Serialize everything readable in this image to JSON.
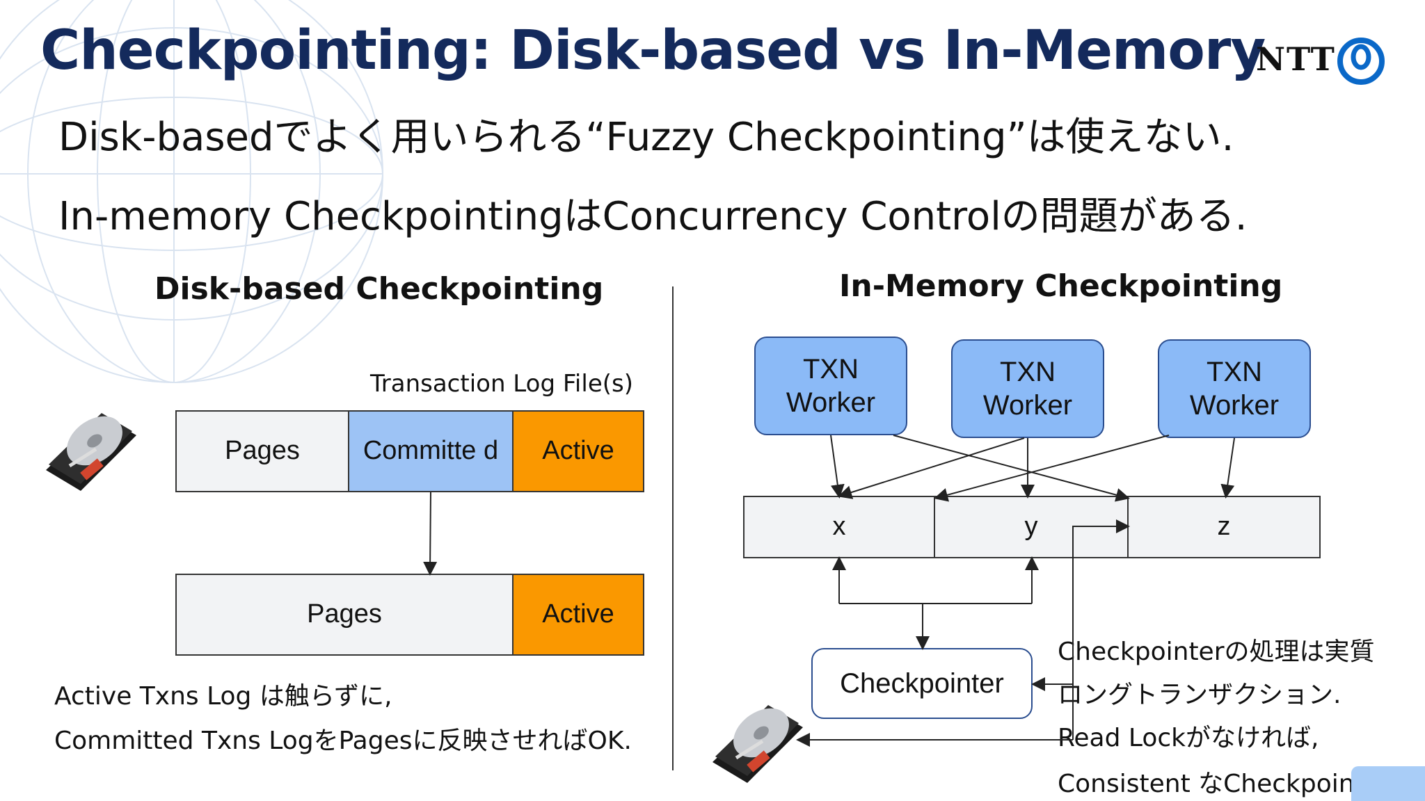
{
  "title": "Checkpointing: Disk-based vs In-Memory",
  "logo": {
    "text": "NTT",
    "icon": "ntt-ring-logo",
    "color": "#0a68c8"
  },
  "bullets": [
    "Disk-basedでよく用いられる“Fuzzy Checkpointing”は使えない.",
    "In-memory CheckpointingはConcurrency Controlの問題がある."
  ],
  "left": {
    "heading": "Disk-based Checkpointing",
    "log_caption": "Transaction Log File(s)",
    "row1": {
      "pages": "Pages",
      "committed": "Committe d",
      "active": "Active"
    },
    "row2": {
      "pages": "Pages",
      "active": "Active"
    },
    "notes": [
      "Active Txns Log は触らずに,",
      "Committed Txns LogをPagesに反映させればOK."
    ],
    "icon": "hard-disk-icon"
  },
  "right": {
    "heading": "In-Memory Checkpointing",
    "workers": [
      "TXN Worker",
      "TXN Worker",
      "TXN Worker"
    ],
    "records": [
      "x",
      "y",
      "z"
    ],
    "checkpointer": "Checkpointer",
    "notes": [
      "Checkpointerの処理は実質",
      "ロングトランザクション.",
      "Read Lockがなければ,",
      "Consistent なCheckpoint"
    ],
    "icon": "hard-disk-icon"
  },
  "colors": {
    "title": "#142a5c",
    "worker": "#8bbaf7",
    "committed": "#9dc3f5",
    "active": "#fa9800",
    "page": "#f2f3f5"
  }
}
